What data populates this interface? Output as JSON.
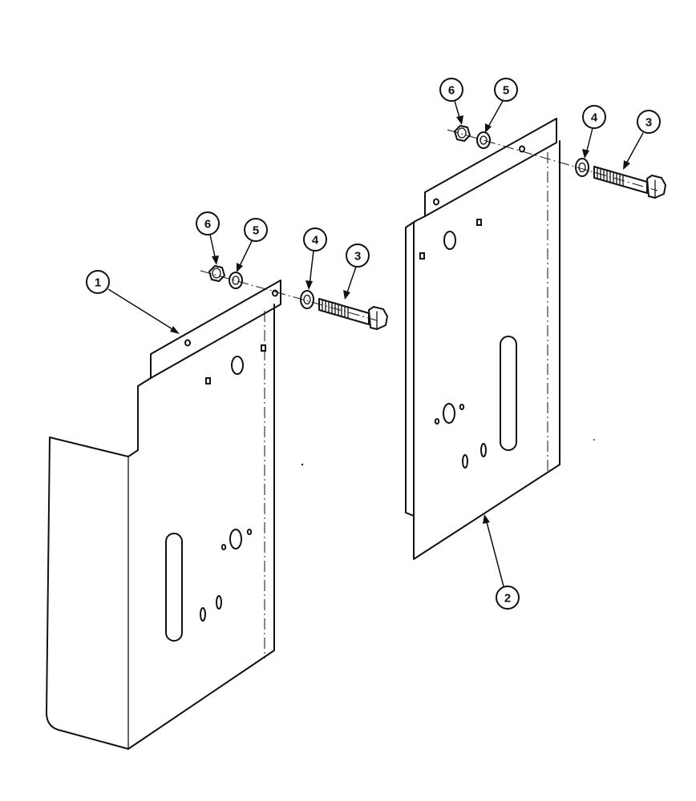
{
  "diagram": {
    "ink_color": "#111111",
    "background_color": "#ffffff",
    "parts": [
      {
        "key": "p1",
        "label": "1",
        "part": "left-panel"
      },
      {
        "key": "p2",
        "label": "2",
        "part": "right-panel"
      },
      {
        "key": "p3",
        "label": "3",
        "part": "bolt"
      },
      {
        "key": "p4",
        "label": "4",
        "part": "flat-washer"
      },
      {
        "key": "p5",
        "label": "5",
        "part": "lock-washer"
      },
      {
        "key": "p6",
        "label": "6",
        "part": "hex-nut"
      }
    ],
    "callouts": {
      "left_group": {
        "c1": "1",
        "c3": "3",
        "c4": "4",
        "c5": "5",
        "c6": "6"
      },
      "right_group": {
        "c2": "2",
        "c3": "3",
        "c4": "4",
        "c5": "5",
        "c6": "6"
      }
    }
  }
}
